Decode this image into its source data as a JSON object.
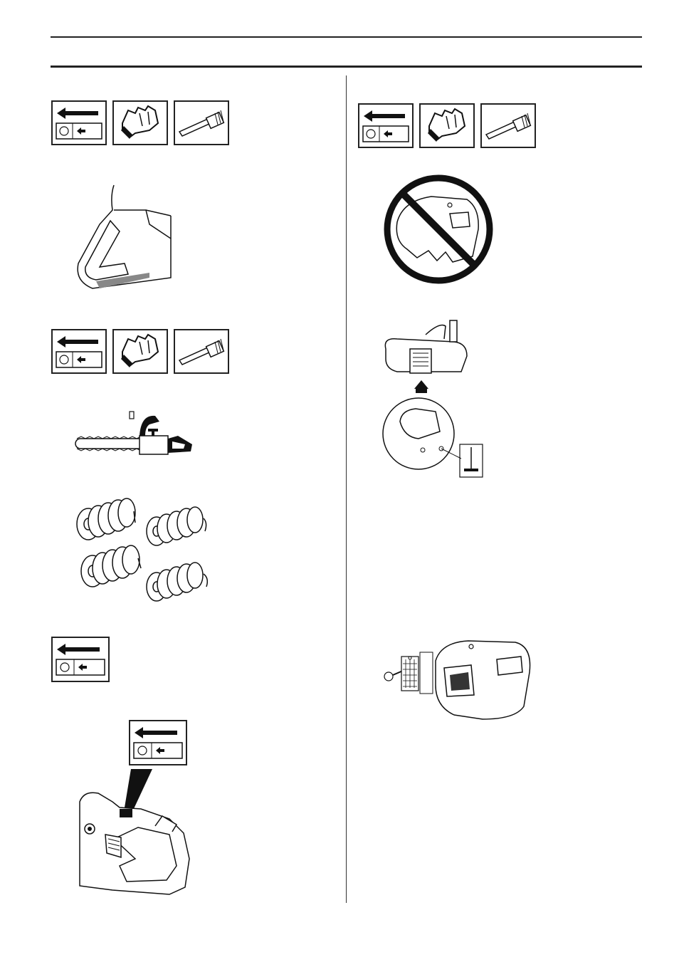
{
  "page": {
    "header_title": "",
    "page_number": ""
  },
  "icons": {
    "arrow_switch": "stop-switch-arrow-icon",
    "glove": "protective-glove-icon",
    "brush": "cleaning-brush-icon"
  },
  "figures": {
    "chain_brake_detail": "chain-brake-handle-illustration",
    "chainsaw_side": "chainsaw-side-view-illustration",
    "anti_vibration_springs": "anti-vibration-springs-illustration",
    "stop_switch_handle": "rear-handle-stop-switch-illustration",
    "damaged_muffler_prohibited": "damaged-muffler-prohibition-illustration",
    "muffler_mounting": "muffler-mounting-illustration",
    "spark_arrester_screen": "spark-arrester-screen-illustration"
  },
  "colors": {
    "ink": "#111111",
    "rule": "#222222"
  }
}
